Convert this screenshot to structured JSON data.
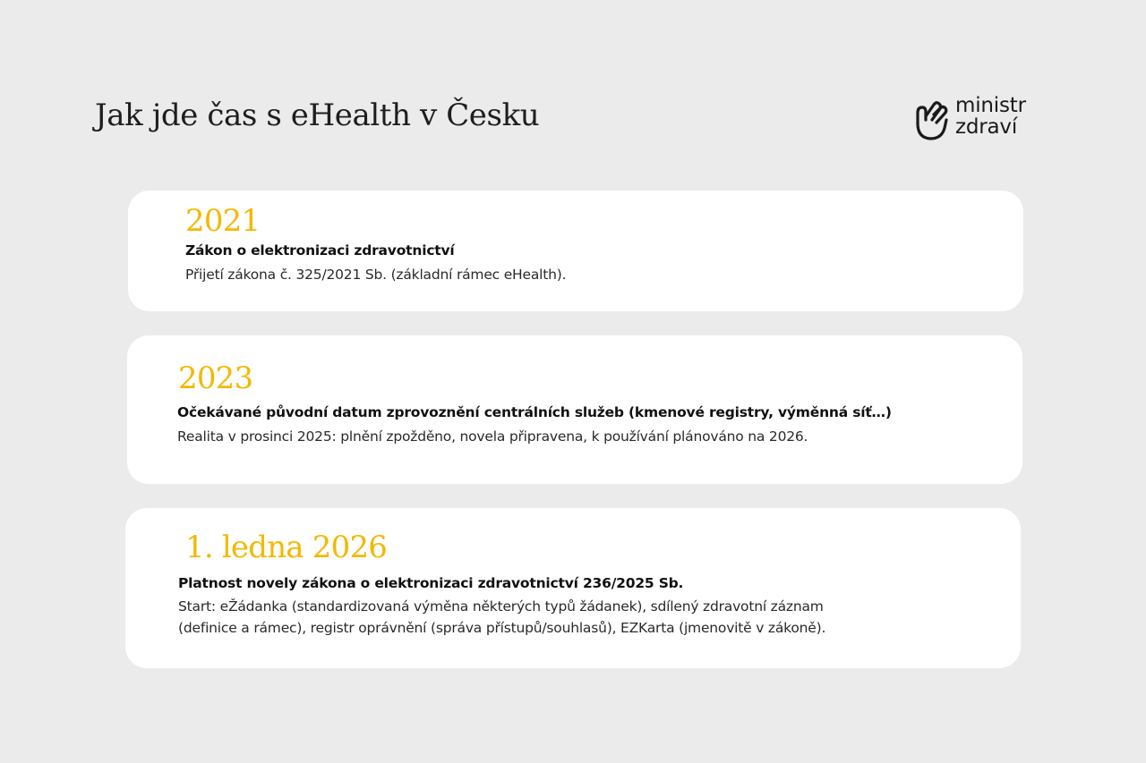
{
  "header": {
    "title": "Jak jde čas s eHealth v Česku"
  },
  "logo": {
    "icon": "hand-wave-icon",
    "line1": "ministr",
    "line2": "zdraví"
  },
  "colors": {
    "accent": "#f4b800",
    "background": "#ebebeb",
    "card": "#ffffff"
  },
  "timeline": [
    {
      "date": "2021",
      "title": "Zákon o elektronizaci zdravotnictví",
      "desc_lines": [
        "Přijetí zákona č. 325/2021 Sb. (základní rámec eHealth)."
      ]
    },
    {
      "date": "2023",
      "title": "Očekávané původní datum zprovoznění centrálních služeb (kmenové registry, výměnná síť…)",
      "desc_lines": [
        "Realita v prosinci 2025: plnění zpožděno, novela připravena, k používání plánováno na 2026."
      ]
    },
    {
      "date": "1. ledna 2026",
      "title": "Platnost novely zákona o elektronizaci zdravotnictví 236/2025 Sb.",
      "desc_lines": [
        "Start: eŽádanka (standardizovaná výměna některých typů žádanek), sdílený zdravotní záznam",
        "(definice a rámec), registr oprávnění (správa přístupů/souhlasů), EZKarta (jmenovitě v zákoně)."
      ]
    }
  ]
}
